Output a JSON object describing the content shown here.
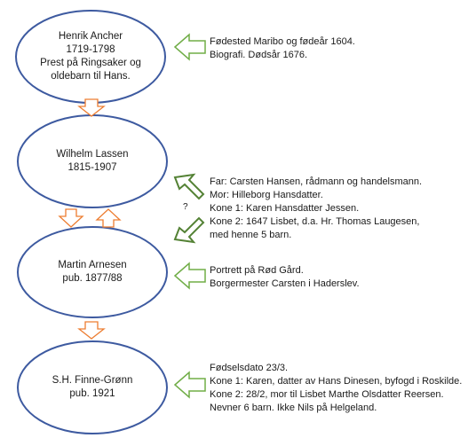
{
  "nodes": [
    {
      "lines": [
        "Henrik Ancher",
        "1719-1798",
        "Prest på Ringsaker og",
        "oldebarn til Hans."
      ]
    },
    {
      "lines": [
        "Wilhelm Lassen",
        "1815-1907"
      ]
    },
    {
      "lines": [
        "Martin Arnesen",
        "pub. 1877/88"
      ]
    },
    {
      "lines": [
        "S.H. Finne-Grønn",
        "pub. 1921"
      ]
    }
  ],
  "notes": [
    {
      "lines": [
        "Fødested Maribo og fødeår 1604.",
        "Biografi. Dødsår 1676."
      ]
    },
    {
      "lines": [
        "Far: Carsten Hansen, rådmann og handelsmann.",
        "Mor: Hilleborg Hansdatter.",
        "Kone 1: Karen Hansdatter Jessen.",
        "Kone 2: 1647 Lisbet, d.a. Hr. Thomas Laugesen,",
        "med henne 5 barn."
      ]
    },
    {
      "lines": [
        "Portrett på Rød Gård.",
        "Borgermester Carsten i Haderslev."
      ]
    },
    {
      "lines": [
        "Fødselsdato 23/3.",
        "Kone 1: Karen, datter av Hans Dinesen, byfogd i Roskilde.",
        "Kone 2: 28/2, mor til Lisbet Marthe Olsdatter Reersen.",
        "Nevner 6 barn. Ikke Nils på Helgeland."
      ]
    }
  ],
  "question_mark": "?",
  "colors": {
    "ellipse_stroke": "#3d5aa0",
    "down_arrow_stroke": "#ed7d31",
    "left_arrow_stroke": "#70ad47",
    "diag_arrow_stroke": "#548235"
  },
  "icons": [
    "down-arrow-icon",
    "up-arrow-icon",
    "left-arrow-icon",
    "diagonal-arrow-icon"
  ]
}
